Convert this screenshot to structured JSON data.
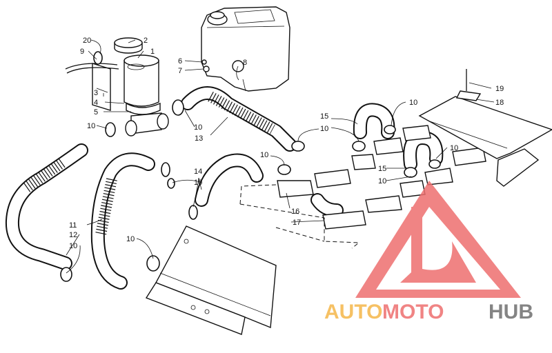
{
  "callouts": {
    "c1": "1",
    "c2": "2",
    "c3": "3",
    "c4": "4",
    "c5": "5",
    "c6": "6",
    "c7": "7",
    "c8": "8",
    "c9": "9",
    "c10": "10",
    "c11": "11",
    "c12": "12",
    "c13": "13",
    "c14": "14",
    "c15": "15",
    "c16": "16",
    "c17": "17",
    "c18": "18",
    "c19": "19",
    "c20": "20"
  },
  "watermark": {
    "part1": "AUTO",
    "part2": "MOTO",
    "part3": "HUB",
    "color_orange": "#f5b74a",
    "color_red": "#ee6f6f",
    "color_gray": "#6f6f6f"
  }
}
